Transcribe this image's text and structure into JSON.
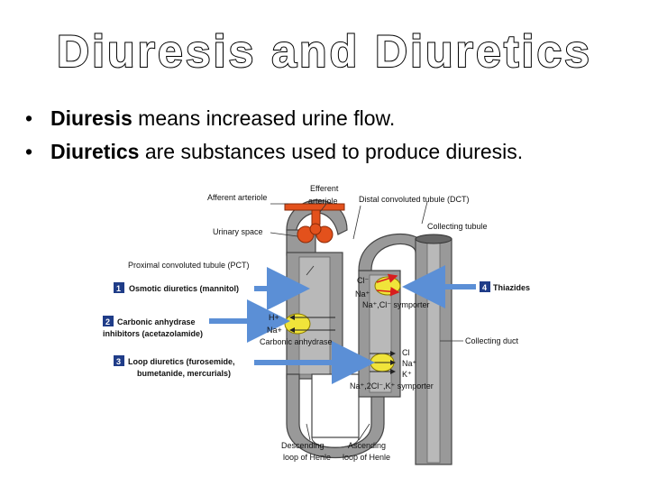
{
  "title": "Diuresis and Diuretics",
  "bullets": [
    {
      "term": "Diuresis",
      "rest": " means increased urine flow."
    },
    {
      "term": "Diuretics",
      "rest": " are substances used to produce diuresis."
    }
  ],
  "diagram": {
    "afferent": "Afferent arteriole",
    "efferent_1": "Efferent",
    "efferent_2": "arteriole",
    "dct": "Distal convoluted tubule (DCT)",
    "urinary_space": "Urinary space",
    "collecting_tubule": "Collecting tubule",
    "pct": "Proximal convoluted tubule (PCT)",
    "cl_top": "Cl⁻",
    "na_top": "Na⁺",
    "symporter_top": "Na⁺,Cl⁻ symporter",
    "drug1_num": "1",
    "drug1": "Osmotic diuretics (mannitol)",
    "drug4_num": "4",
    "drug4": "Thiazides",
    "drug2_num": "2",
    "drug2_a": "Carbonic anhydrase",
    "drug2_b": "inhibitors (acetazolamide)",
    "h_plus": "H+",
    "na_mid": "Na+",
    "carbonic": "Carbonic anhydrase",
    "collecting_duct": "Collecting duct",
    "drug3_num": "3",
    "drug3_a": "Loop diuretics (furosemide,",
    "drug3_b": "bumetanide, mercurials)",
    "cl_low": "Cl",
    "na_low": "Na⁺",
    "k_low": "K⁺",
    "symporter_low": "Na⁺,2Cl⁻,K⁺ symporter",
    "desc_1": "Descending",
    "desc_2": "loop of Henle",
    "asc_1": "Ascending",
    "asc_2": "loop of Henle"
  }
}
